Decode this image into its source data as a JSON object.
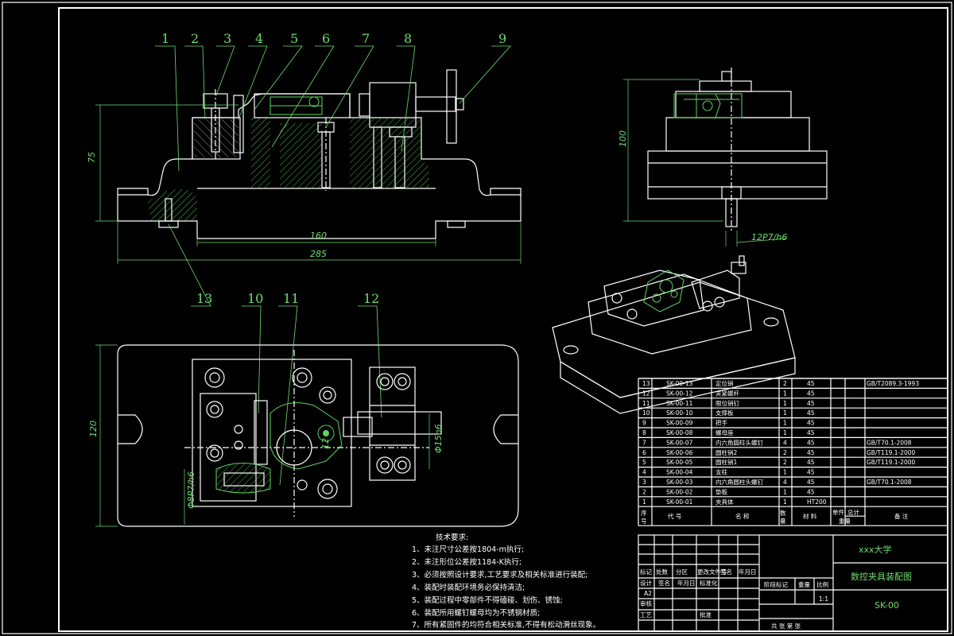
{
  "part_labels": [
    "1",
    "2",
    "3",
    "4",
    "5",
    "6",
    "7",
    "8",
    "9",
    "10",
    "11",
    "12",
    "13"
  ],
  "dimensions": {
    "height_75": "75",
    "length_160": "160",
    "length_285": "285",
    "height_100": "100",
    "fit_12": "12P7/h6",
    "height_120": "120",
    "fit_8": "Φ8P7/h6",
    "bore_15": "Φ15n6",
    "r12": "12"
  },
  "bom": {
    "header": {
      "seq": "序号",
      "code": "代 号",
      "name": "名 称",
      "qty": "数量",
      "material": "材 料",
      "unit_a": "单件",
      "unit_b": "总计",
      "weight": "重量",
      "remark": "备 注"
    },
    "rows": [
      {
        "seq": "13",
        "code": "SK-00-13",
        "name": "定位销",
        "qty": "2",
        "material": "45",
        "remark": "GB/T2089.3-1993"
      },
      {
        "seq": "12",
        "code": "SK-00-12",
        "name": "夹紧螺杆",
        "qty": "1",
        "material": "45",
        "remark": ""
      },
      {
        "seq": "11",
        "code": "SK-00-11",
        "name": "限位销钉",
        "qty": "1",
        "material": "45",
        "remark": ""
      },
      {
        "seq": "10",
        "code": "SK-00-10",
        "name": "支撑板",
        "qty": "1",
        "material": "45",
        "remark": ""
      },
      {
        "seq": "9",
        "code": "SK-00-09",
        "name": "把手",
        "qty": "1",
        "material": "45",
        "remark": ""
      },
      {
        "seq": "8",
        "code": "SK-00-08",
        "name": "螺母座",
        "qty": "1",
        "material": "45",
        "remark": ""
      },
      {
        "seq": "7",
        "code": "SK-00-07",
        "name": "内六角圆柱头螺钉",
        "qty": "4",
        "material": "45",
        "remark": "GB/T70.1-2008"
      },
      {
        "seq": "6",
        "code": "SK-00-06",
        "name": "圆柱销2",
        "qty": "2",
        "material": "45",
        "remark": "GB/T119.1-2000"
      },
      {
        "seq": "5",
        "code": "SK-00-05",
        "name": "圆柱销1",
        "qty": "2",
        "material": "45",
        "remark": "GB/T119.1-2000"
      },
      {
        "seq": "4",
        "code": "SK-00-04",
        "name": "支柱",
        "qty": "1",
        "material": "45",
        "remark": ""
      },
      {
        "seq": "3",
        "code": "SK-00-03",
        "name": "内六角圆柱头螺钉",
        "qty": "4",
        "material": "45",
        "remark": "GB/T70.1-2008"
      },
      {
        "seq": "2",
        "code": "SK-00-02",
        "name": "垫板",
        "qty": "1",
        "material": "45",
        "remark": ""
      },
      {
        "seq": "1",
        "code": "SK-00-01",
        "name": "夹具体",
        "qty": "1",
        "material": "HT200",
        "remark": ""
      }
    ]
  },
  "tech": {
    "title": "技术要求:",
    "items": [
      "1、未注尺寸公差按1804-m执行;",
      "2、未注形位公差按1184-K执行;",
      "3、必须按照设计要求,工艺要求及相关标准进行装配;",
      "4、装配时装配环境务必保持清洁;",
      "5、装配过程中零部件不得磕碰、划伤、锈蚀;",
      "6、装配所用螺钉螺母均为不锈钢材质;",
      "7、所有紧固件的均符合相关标准,不得有松动滑丝现象。"
    ]
  },
  "title_block": {
    "university": "xxx大学",
    "drawing_name": "数控夹具装配图",
    "drawing_no": "SK-00",
    "row_labels": [
      "标记",
      "处数",
      "分区",
      "更改文件号",
      "签名",
      "年月日"
    ],
    "design": "设计",
    "std": "标准化",
    "sign": "签名",
    "date": "年月日",
    "size": "A2",
    "review": "审核",
    "process": "工艺",
    "approve": "批准",
    "stage": "阶段标记",
    "weight": "重量",
    "scale": "比例",
    "scale_value": "1:1",
    "sheets": "共  张  第  张"
  }
}
